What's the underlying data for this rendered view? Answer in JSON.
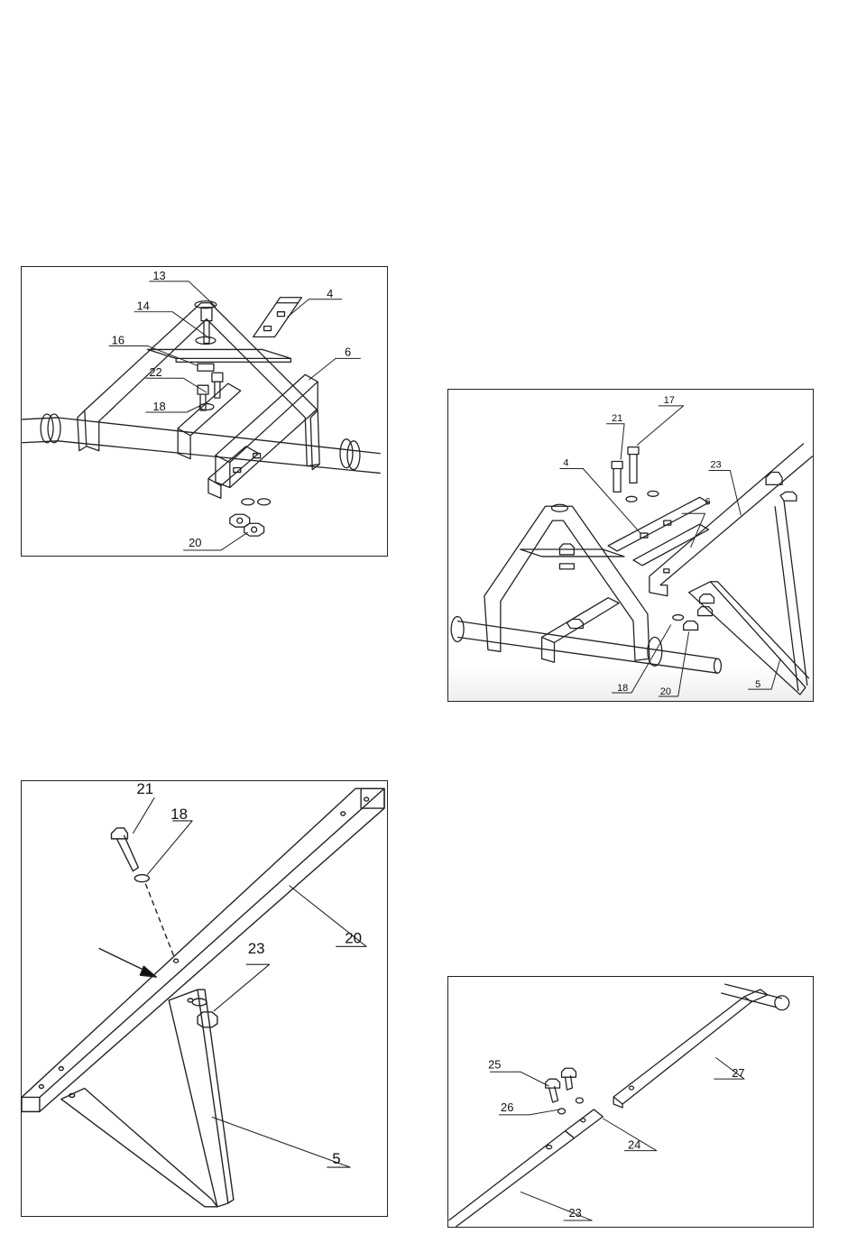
{
  "figures": [
    {
      "id": "axle-bracket-assembly",
      "labels": [
        "13",
        "14",
        "16",
        "22",
        "18",
        "4",
        "6",
        "20"
      ]
    },
    {
      "id": "frame-attachment-assembly",
      "labels": [
        "21",
        "17",
        "23",
        "4",
        "6",
        "18",
        "20",
        "5"
      ]
    },
    {
      "id": "frame-tube-detail",
      "labels": [
        "21",
        "18",
        "20",
        "23",
        "5"
      ]
    },
    {
      "id": "handle-extension-assembly",
      "labels": [
        "25",
        "26",
        "27",
        "24",
        "23"
      ]
    }
  ]
}
